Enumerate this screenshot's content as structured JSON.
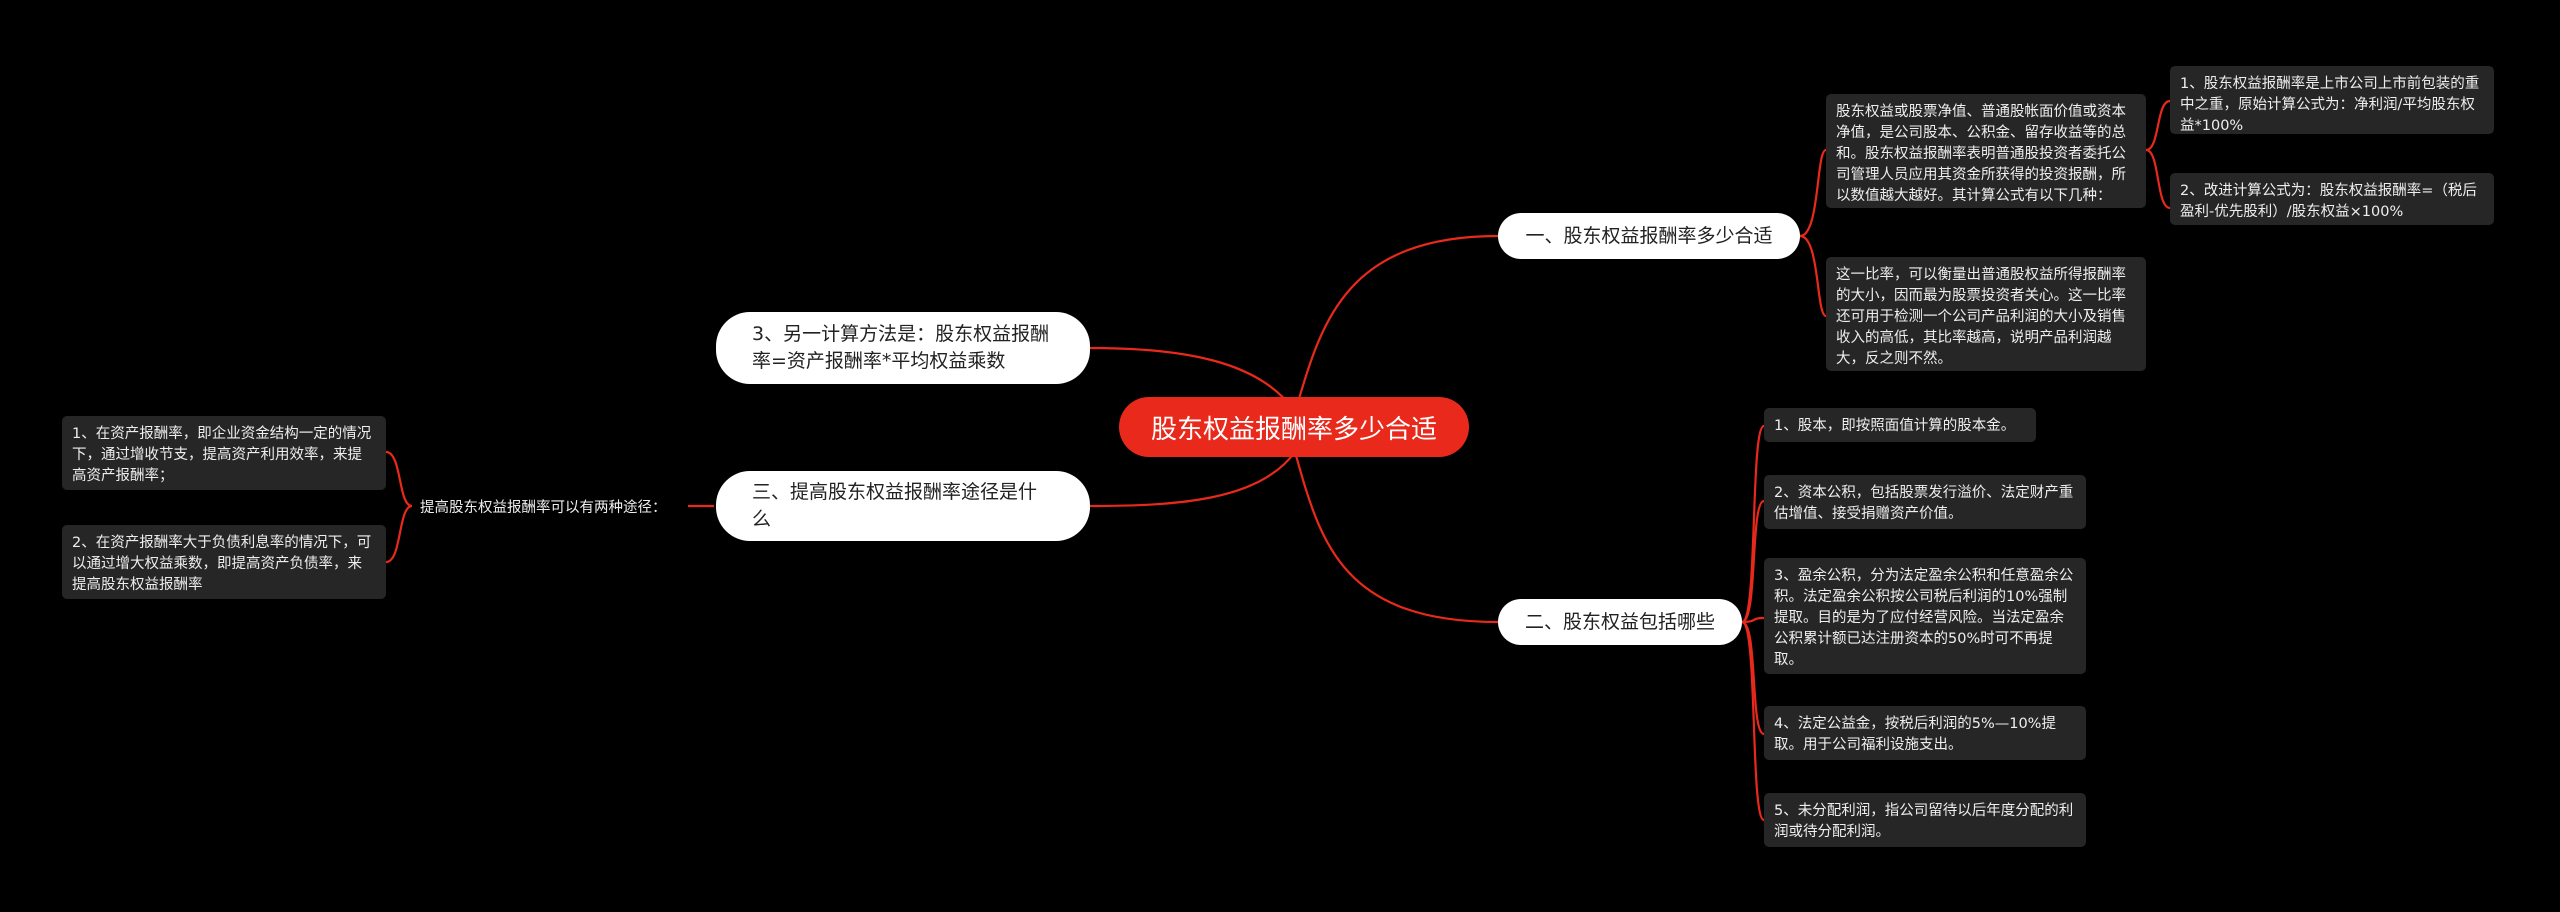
{
  "root": "股东权益报酬率多少合适",
  "branches": {
    "b1": "一、股东权益报酬率多少合适",
    "b2": "二、股东权益包括哪些",
    "b3": "3、另一计算方法是：股东权益报酬率=资产报酬率*平均权益乘数",
    "b4": "三、提高股东权益报酬率途径是什么"
  },
  "b1_children": {
    "def": "股东权益或股票净值、普通股帐面价值或资本净值，是公司股本、公积金、留存收益等的总和。股东权益报酬率表明普通股投资者委托公司管理人员应用其资金所获得的投资报酬，所以数值越大越好。其计算公式有以下几种：",
    "ratio": "这一比率，可以衡量出普通股权益所得报酬率的大小，因而最为股票投资者关心。这一比率还可用于检测一个公司产品利润的大小及销售收入的高低，其比率越高，说明产品利润越大，反之则不然。",
    "f1": "1、股东权益报酬率是上市公司上市前包装的重中之重，原始计算公式为：净利润/平均股东权益*100%",
    "f2": "2、改进计算公式为：股东权益报酬率=（税后盈利-优先股利）/股东权益×100%"
  },
  "b2_children": [
    "1、股本，即按照面值计算的股本金。",
    "2、资本公积，包括股票发行溢价、法定财产重估增值、接受捐赠资产价值。",
    "3、盈余公积，分为法定盈余公积和任意盈余公积。法定盈余公积按公司税后利润的10%强制提取。目的是为了应付经营风险。当法定盈余公积累计额已达注册资本的50%时可不再提取。",
    "4、法定公益金，按税后利润的5%—10%提取。用于公司福利设施支出。",
    "5、未分配利润，指公司留待以后年度分配的利润或待分配利润。"
  ],
  "b4_children": {
    "intro": "提高股东权益报酬率可以有两种途径：",
    "w1": "1、在资产报酬率，即企业资金结构一定的情况下，通过增收节支，提高资产利用效率，来提高资产报酬率；",
    "w2": "2、在资产报酬率大于负债利息率的情况下，可以通过增大权益乘数，即提高资产负债率，来提高股东权益报酬率"
  },
  "colors": {
    "root": "#e8291c",
    "link": "#e8291c",
    "box": "#262626"
  }
}
